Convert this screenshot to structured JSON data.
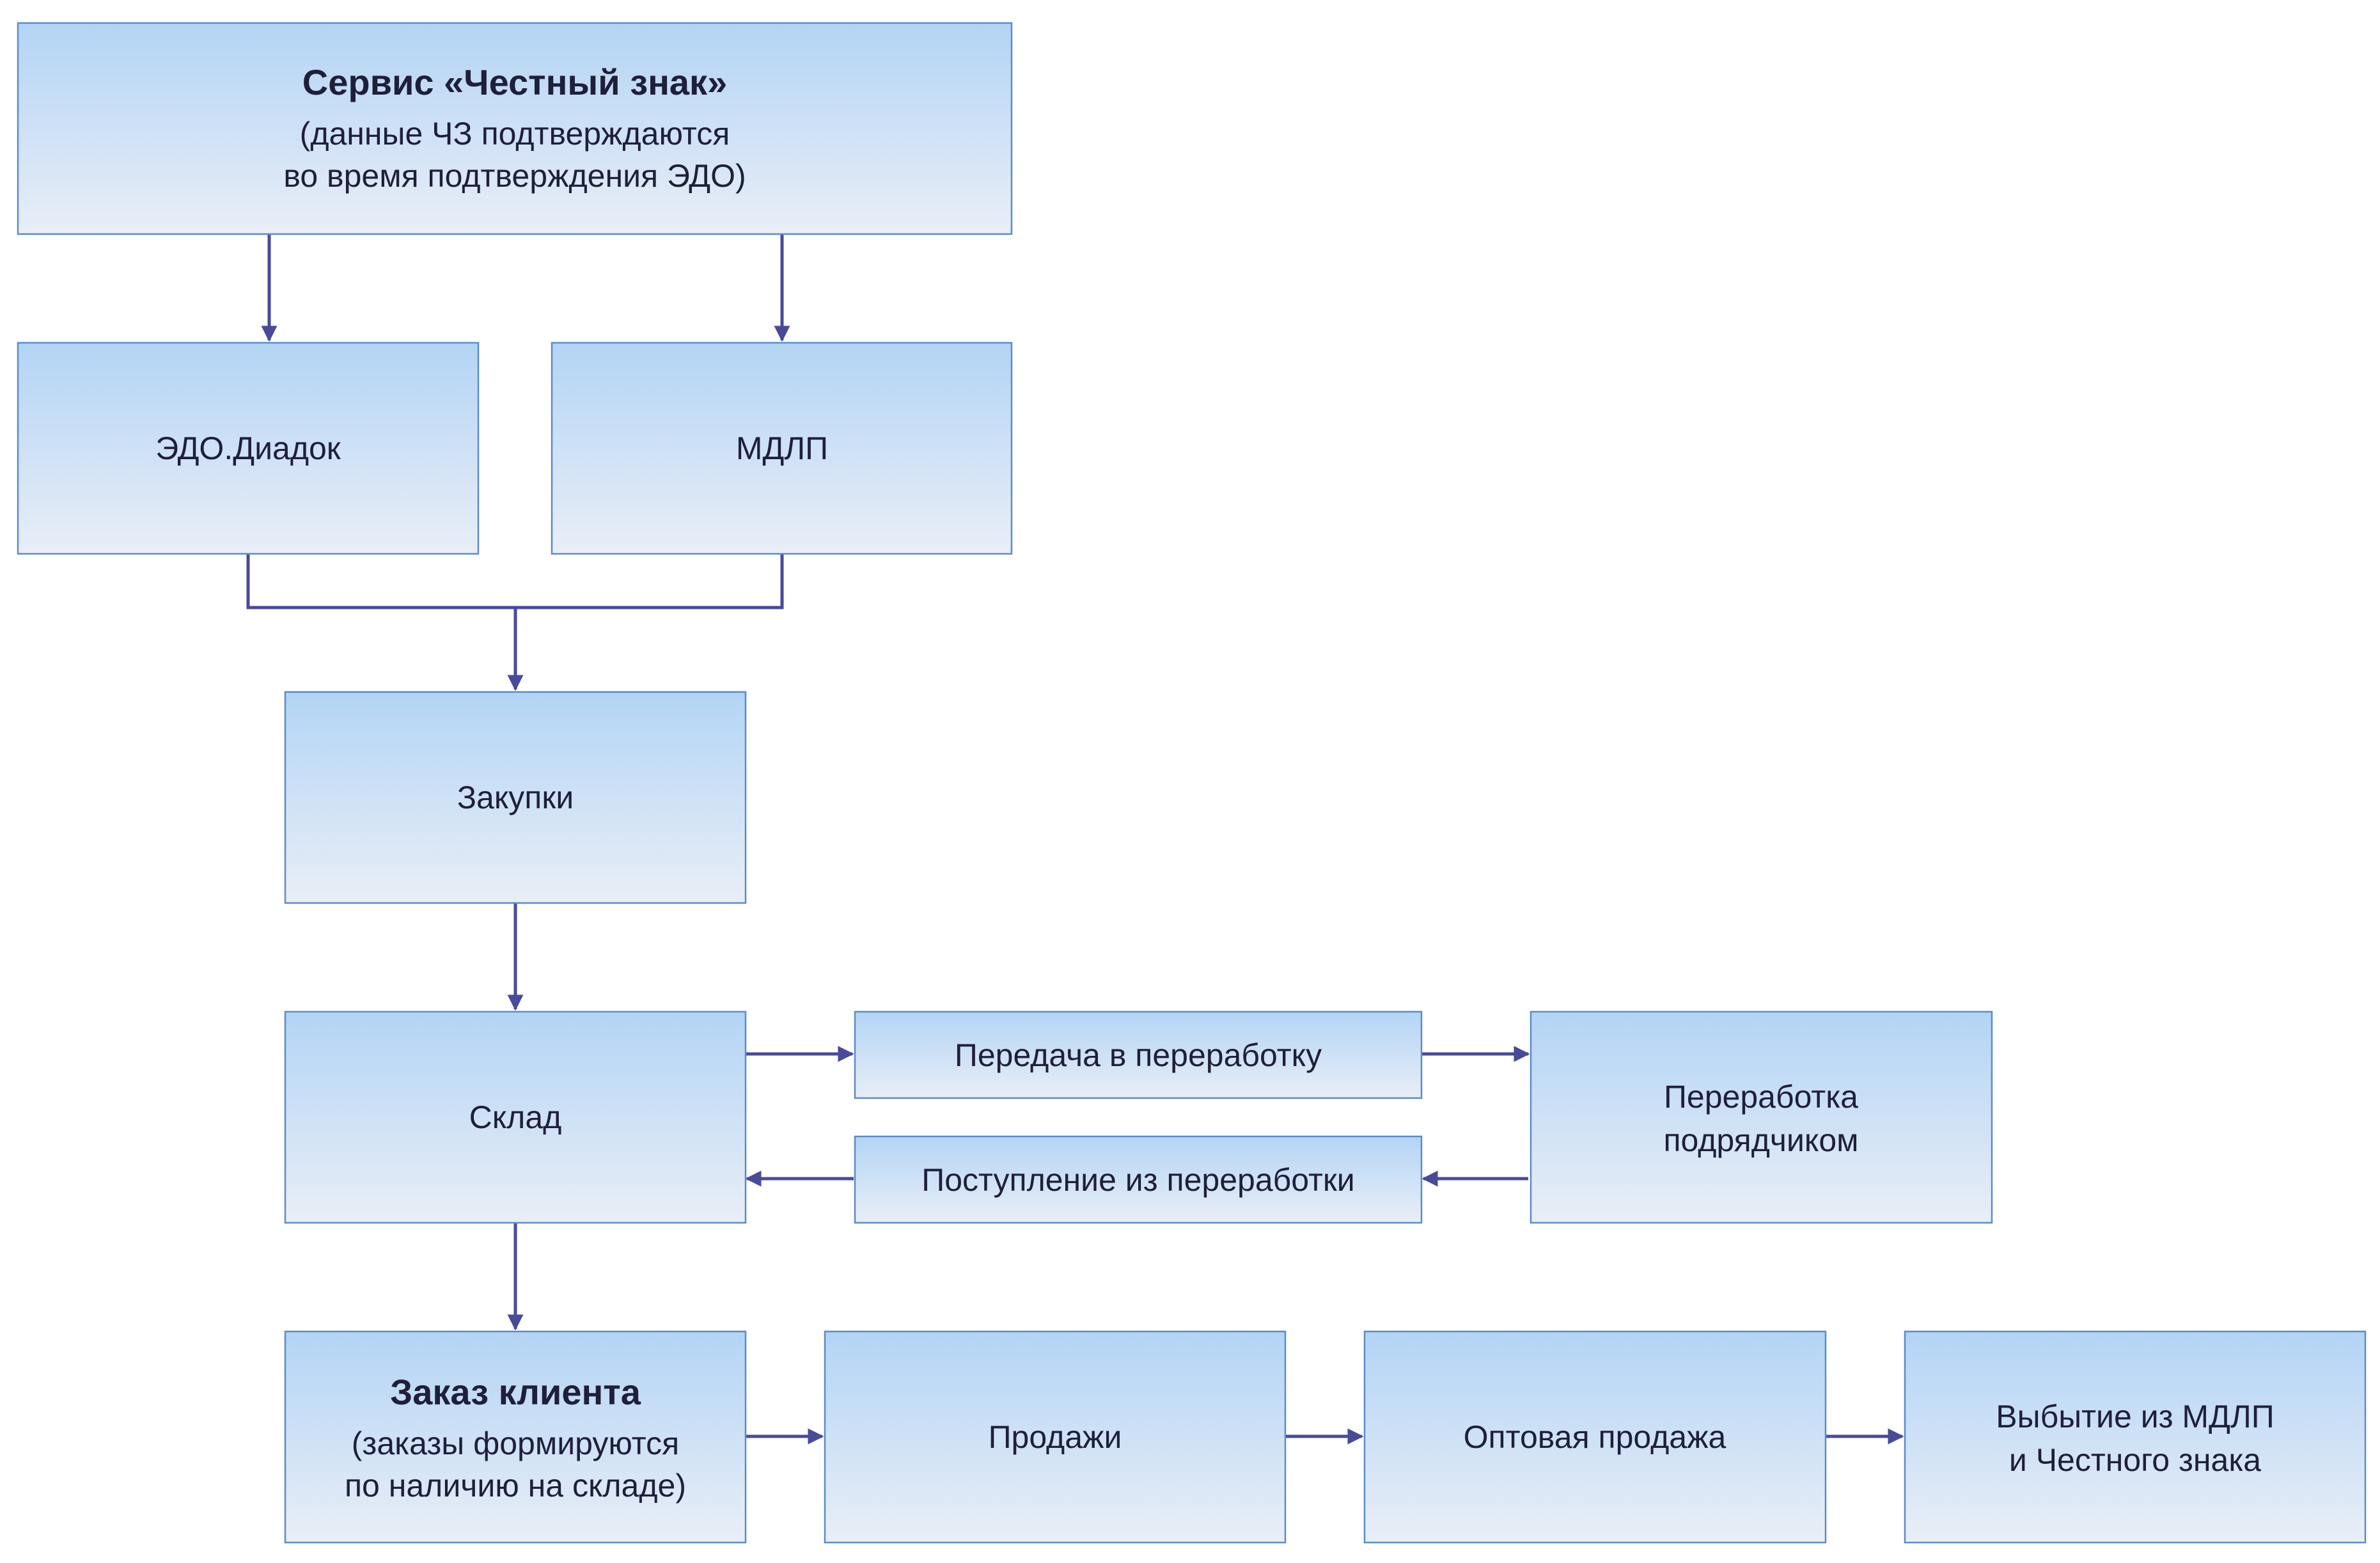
{
  "colors": {
    "box_gradient_top": "#b3d4f5",
    "box_gradient_bottom": "#e9eef6",
    "box_border": "#5b8cc8",
    "arrow": "#4a4a9a",
    "text": "#1f1f3a",
    "background": "#ffffff"
  },
  "nodes": {
    "chestny_znak": {
      "title": "Сервис «Честный знак»",
      "line2": "(данные ЧЗ подтверждаются",
      "line3": "во время подтверждения ЭДО)"
    },
    "edo_diadok": {
      "label": "ЭДО.Диадок"
    },
    "mdlp": {
      "label": "МДЛП"
    },
    "zakupki": {
      "label": "Закупки"
    },
    "sklad": {
      "label": "Склад"
    },
    "peredacha": {
      "label": "Передача в переработку"
    },
    "postuplenie": {
      "label": "Поступление из переработки"
    },
    "pererabotka": {
      "line1": "Переработка",
      "line2": "подрядчиком"
    },
    "zakaz": {
      "title": "Заказ клиента",
      "line2": "(заказы формируются",
      "line3": "по наличию на складе)"
    },
    "prodazhi": {
      "label": "Продажи"
    },
    "optovaya": {
      "label": "Оптовая продажа"
    },
    "vybytie": {
      "line1": "Выбытие из МДЛП",
      "line2": "и Честного знака"
    }
  },
  "edges": [
    {
      "from": "chestny_znak",
      "to": "edo_diadok"
    },
    {
      "from": "chestny_znak",
      "to": "mdlp"
    },
    {
      "from": "edo_diadok",
      "to": "zakupki"
    },
    {
      "from": "mdlp",
      "to": "zakupki"
    },
    {
      "from": "zakupki",
      "to": "sklad"
    },
    {
      "from": "sklad",
      "to": "peredacha"
    },
    {
      "from": "peredacha",
      "to": "pererabotka"
    },
    {
      "from": "pererabotka",
      "to": "postuplenie"
    },
    {
      "from": "postuplenie",
      "to": "sklad"
    },
    {
      "from": "sklad",
      "to": "zakaz"
    },
    {
      "from": "zakaz",
      "to": "prodazhi"
    },
    {
      "from": "prodazhi",
      "to": "optovaya"
    },
    {
      "from": "optovaya",
      "to": "vybytie"
    }
  ]
}
